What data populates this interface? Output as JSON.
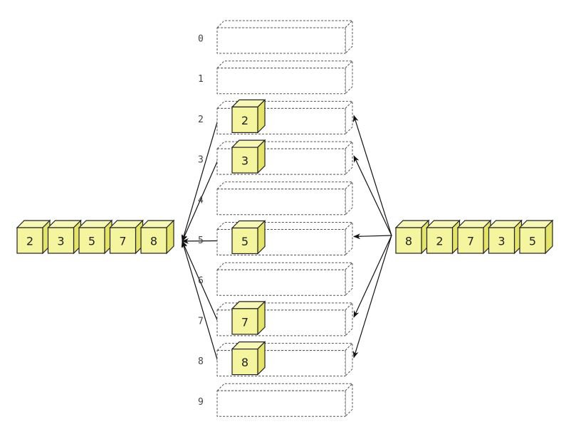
{
  "buckets": {
    "indices": [
      "0",
      "1",
      "2",
      "3",
      "4",
      "5",
      "6",
      "7",
      "8",
      "9"
    ],
    "contents": [
      null,
      null,
      "2",
      "3",
      null,
      "5",
      null,
      "7",
      "8",
      null
    ]
  },
  "input_array": [
    "8",
    "2",
    "7",
    "3",
    "5"
  ],
  "output_array": [
    "2",
    "3",
    "5",
    "7",
    "8"
  ],
  "colors": {
    "cube_front": "#f5f5a0",
    "cube_side": "#e4e46a",
    "bucket_outline": "#555555",
    "arrow": "#111111"
  }
}
